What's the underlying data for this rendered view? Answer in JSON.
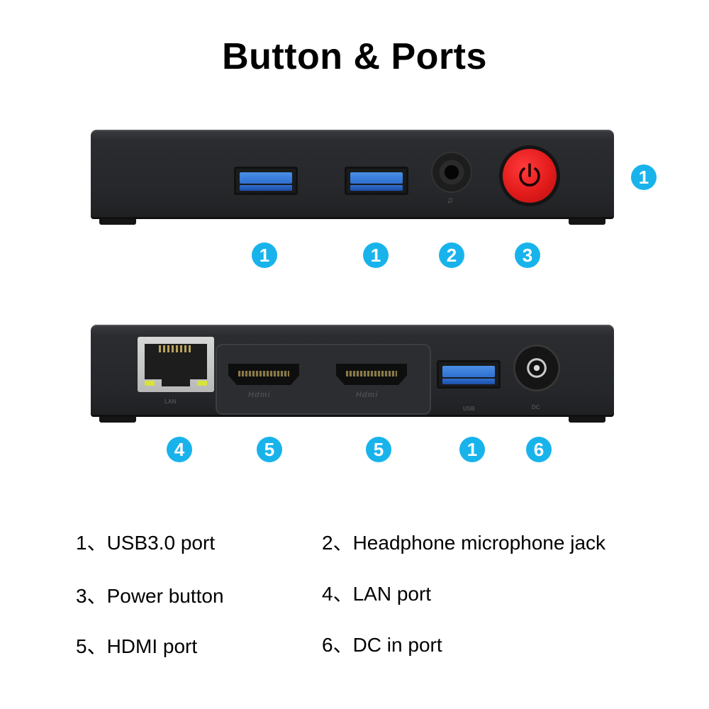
{
  "title": "Button & Ports",
  "front_badges": {
    "side": "1",
    "usb_a": "1",
    "usb_b": "1",
    "jack": "2",
    "power": "3"
  },
  "back_badges": {
    "lan": "4",
    "hdmi_a": "5",
    "hdmi_b": "5",
    "usb": "1",
    "dc": "6"
  },
  "device_labels": {
    "hdmi": "Hdmi",
    "usb": "USB",
    "dc": "DC",
    "lan": "LAN",
    "jack_glyph": "♫"
  },
  "legend": [
    "1、USB3.0 port",
    "2、Headphone microphone jack",
    "3、Power button",
    "4、LAN port",
    "5、HDMI port",
    "6、DC in port"
  ],
  "colors": {
    "badge": "#19b3ec",
    "power_button": "#e21b1b",
    "usb_blue": "#2f6fd0",
    "device_body": "#25272a"
  }
}
